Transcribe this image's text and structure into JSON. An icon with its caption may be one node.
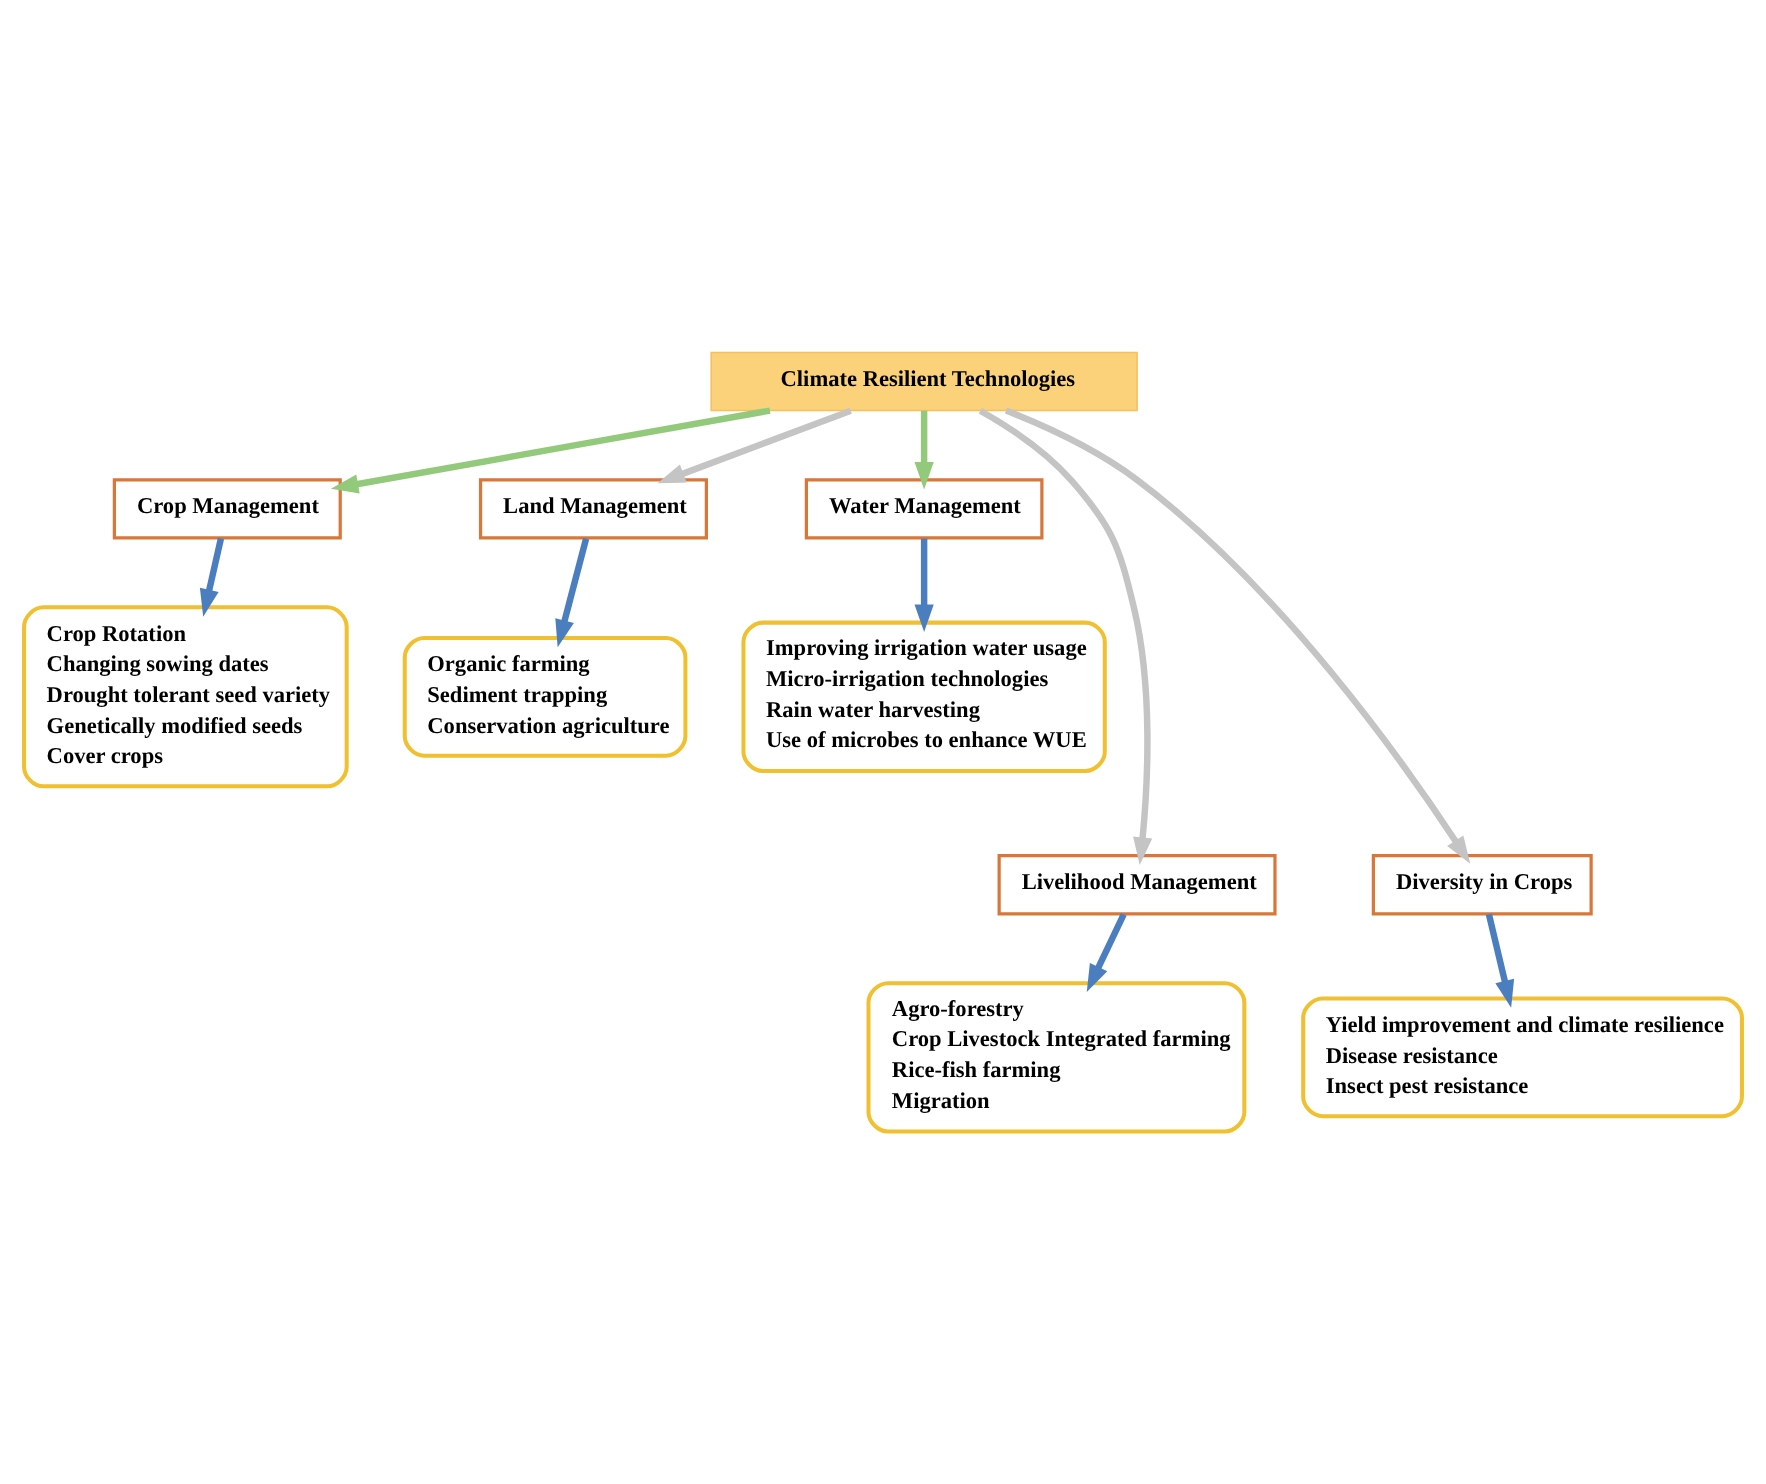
{
  "diagram": {
    "nodes": [
      {
        "text": [
          "Climate Resilient Technologies"
        ]
      },
      {
        "text": [
          "Crop Management"
        ]
      },
      {
        "text": [
          "Land Management"
        ]
      },
      {
        "text": [
          "Water Management"
        ]
      },
      {
        "text": [
          "Crop Rotation",
          "Changing sowing dates",
          "Drought tolerant seed variety",
          "Genetically modified seeds",
          "Cover crops"
        ]
      },
      {
        "text": [
          "Organic farming",
          "Sediment trapping",
          "Conservation agriculture"
        ]
      },
      {
        "text": [
          "Improving irrigation water usage",
          "Micro-irrigation technologies",
          "Rain water harvesting",
          "Use of microbes to enhance WUE"
        ]
      },
      {
        "text": [
          "Livelihood Management"
        ]
      },
      {
        "text": [
          "Diversity in Crops"
        ]
      },
      {
        "text": [
          "Agro-forestry",
          "Crop Livestock Integrated farming",
          "Rice-fish farming",
          "Migration"
        ]
      },
      {
        "text": [
          "Yield improvement and climate resilience",
          "Disease resistance",
          "Insect pest resistance"
        ]
      }
    ],
    "edges": [
      {
        "from": 0,
        "to": 1,
        "arrow": "to",
        "color": "#93c97a"
      },
      {
        "from": 0,
        "to": 2,
        "arrow": "to",
        "color": "#c4c4c4"
      },
      {
        "from": 0,
        "to": 3,
        "arrow": "to",
        "color": "#93c97a"
      },
      {
        "from": 0,
        "to": 7,
        "arrow": "to",
        "color": "#c4c4c4"
      },
      {
        "from": 0,
        "to": 8,
        "arrow": "to",
        "color": "#c4c4c4"
      },
      {
        "from": 1,
        "to": 4,
        "arrow": "to"
      },
      {
        "from": 2,
        "to": 5,
        "arrow": "to"
      },
      {
        "from": 3,
        "to": 6,
        "arrow": "to"
      },
      {
        "from": 7,
        "to": 9,
        "arrow": "to"
      },
      {
        "from": 8,
        "to": 10,
        "arrow": "to"
      }
    ]
  }
}
